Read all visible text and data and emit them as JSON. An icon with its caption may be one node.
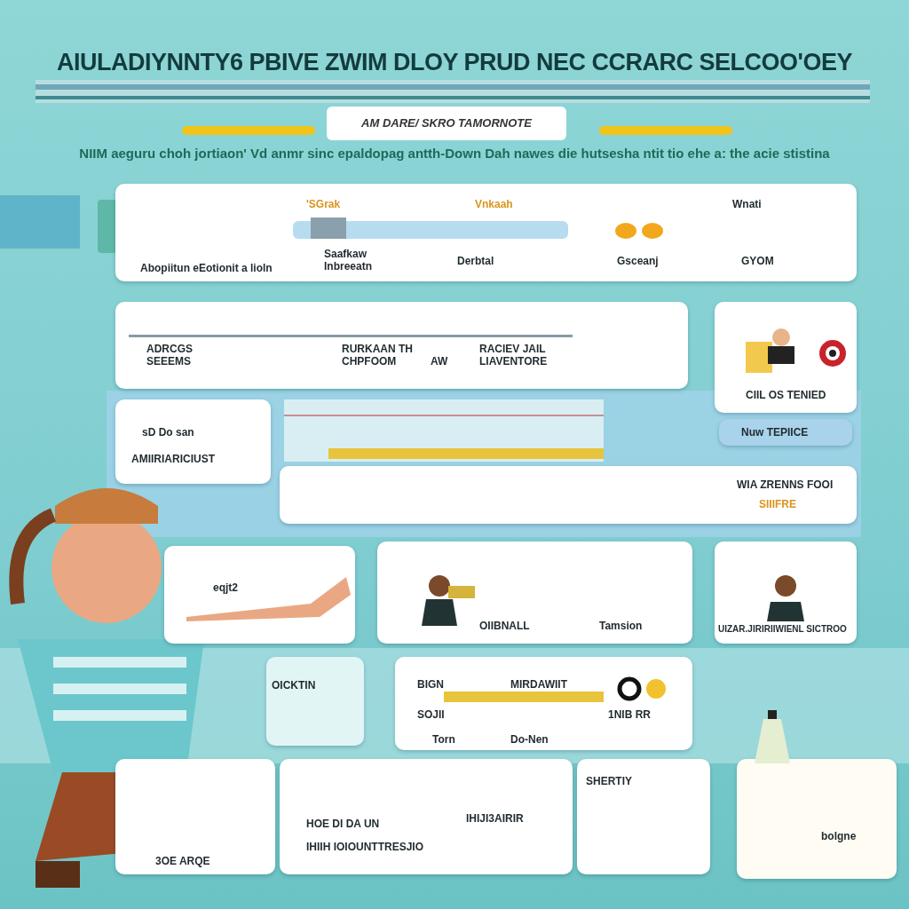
{
  "diagram": {
    "title": "AIULADIYNNTY6 PBIVE ZWIM DLOY PRUD NEC CCRARC SELCOO'OEY",
    "nodes": [
      {
        "text": [
          "'SGrak",
          "Vnkaah",
          "Wnati",
          "Abopiitun eEotionit a lioln",
          "Saafkaw Inbreeatn",
          "Derbtal",
          "Gsceanj",
          "GYOM"
        ]
      },
      {
        "text": [
          "ADRCGS SEEEMS",
          "RURKAAN TH CHPFOOM",
          "AW",
          "RACIEV JAIL LIAVENTORE"
        ]
      },
      {
        "text": [
          "CIIL OS TENIED"
        ]
      },
      {
        "text": [
          "Nuw TEPIICE"
        ]
      },
      {
        "text": [
          "sD Do san",
          "AMIIRIARICIUST"
        ]
      },
      {
        "text": [
          "WIA ZRENNS FOOI",
          "SIIIFRE"
        ]
      },
      {
        "text": [
          "eqjt2"
        ]
      },
      {
        "text": [
          "OIIBNALL",
          "Tamsion"
        ]
      },
      {
        "text": [
          "UIZAR.JIRIRIIWIENL SICTROO"
        ]
      },
      {
        "text": [
          "OICKTIN"
        ]
      },
      {
        "text": [
          "BIGN",
          "MIRDAWIIT",
          "SOJII",
          "1NIB RR",
          "Torn",
          "Do-Nen"
        ]
      },
      {
        "text": [
          "3OE ARQE"
        ]
      },
      {
        "text": [
          "HOE DI DA UN",
          "IHIIH IOIOUNTTRESJIO",
          "IHIJI3AIRIR"
        ]
      },
      {
        "text": [
          "SHERTIY"
        ]
      },
      {
        "text": [
          "bolgne"
        ]
      }
    ],
    "labels": [
      "AM DARE/ SKRO TAMORNOTE",
      "NIIM aeguru choh jortiaon' Vd anmr sinc epaldopag antth-Down Dah nawes die hutsesha ntit tio ehe a: the acie stistina"
    ]
  }
}
